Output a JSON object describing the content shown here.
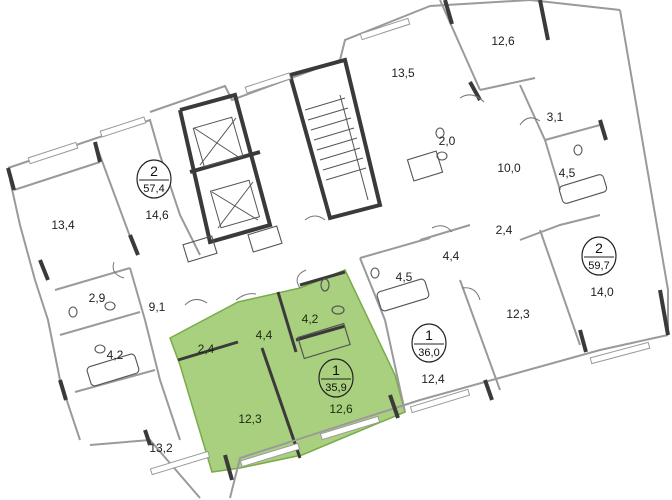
{
  "colors": {
    "highlight": "#8fc060",
    "highlight_fill": "#a8d07f",
    "wall": "#3a3a3a",
    "wall_light": "#9a9a9a",
    "window": "#ffffff"
  },
  "rooms": [
    {
      "id": "r_13_4",
      "label": "13,4"
    },
    {
      "id": "r_14_6",
      "label": "14,6"
    },
    {
      "id": "r_2_9",
      "label": "2,9"
    },
    {
      "id": "r_9_1",
      "label": "9,1"
    },
    {
      "id": "r_4_2_left",
      "label": "4,2"
    },
    {
      "id": "r_13_2",
      "label": "13,2"
    },
    {
      "id": "r_13_5",
      "label": "13,5"
    },
    {
      "id": "r_12_6_top",
      "label": "12,6"
    },
    {
      "id": "r_2_0",
      "label": "2,0"
    },
    {
      "id": "r_3_1",
      "label": "3,1"
    },
    {
      "id": "r_10_0",
      "label": "10,0"
    },
    {
      "id": "r_4_5_right",
      "label": "4,5"
    },
    {
      "id": "r_2_4_right",
      "label": "2,4"
    },
    {
      "id": "r_4_4_right",
      "label": "4,4"
    },
    {
      "id": "r_4_5_mid",
      "label": "4,5"
    },
    {
      "id": "r_14_0",
      "label": "14,0"
    },
    {
      "id": "r_12_3_right",
      "label": "12,3"
    },
    {
      "id": "r_12_4",
      "label": "12,4"
    },
    {
      "id": "r_2_4_hl",
      "label": "2,4"
    },
    {
      "id": "r_4_4_hl",
      "label": "4,4"
    },
    {
      "id": "r_4_2_hl",
      "label": "4,2"
    },
    {
      "id": "r_12_3_hl",
      "label": "12,3"
    },
    {
      "id": "r_12_6_hl",
      "label": "12,6"
    }
  ],
  "apartments": [
    {
      "id": "apt_left",
      "rooms": "2",
      "area": "57,4"
    },
    {
      "id": "apt_right",
      "rooms": "2",
      "area": "59,7"
    },
    {
      "id": "apt_mid",
      "rooms": "1",
      "area": "36,0"
    },
    {
      "id": "apt_highlighted",
      "rooms": "1",
      "area": "35,9",
      "highlighted": true
    }
  ]
}
